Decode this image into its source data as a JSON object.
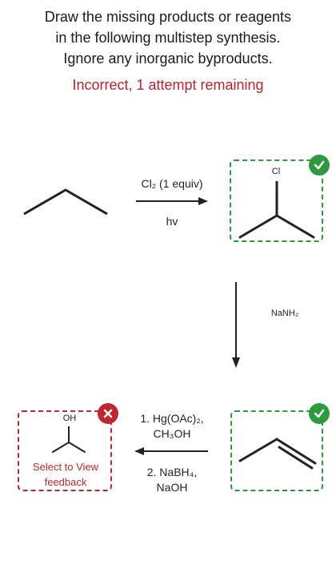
{
  "question": {
    "line1": "Draw the missing products or reagents",
    "line2": "in the following multistep synthesis.",
    "line3": "Ignore any inorganic byproducts."
  },
  "status": {
    "text": "Incorrect, 1 attempt remaining",
    "color": "#b8232f"
  },
  "step1": {
    "reagent": "Cl₂ (1 equiv)",
    "condition": "hv"
  },
  "product1": {
    "atom_label": "Cl",
    "result": "correct",
    "icon": "check-icon"
  },
  "step2": {
    "reagent": "NaNH₂"
  },
  "product2": {
    "result": "correct",
    "icon": "check-icon"
  },
  "step3": {
    "reagent_line1": "1. Hg(OAc)₂,",
    "reagent_line2": "CH₃OH",
    "reagent_line3": "2. NaBH₄,",
    "reagent_line4": "NaOH"
  },
  "product3": {
    "atom_label": "OH",
    "result": "incorrect",
    "icon": "close-icon",
    "feedback_line1": "Select to View",
    "feedback_line2": "feedback"
  },
  "colors": {
    "correct": "#2e9a3e",
    "incorrect": "#c0282d"
  }
}
